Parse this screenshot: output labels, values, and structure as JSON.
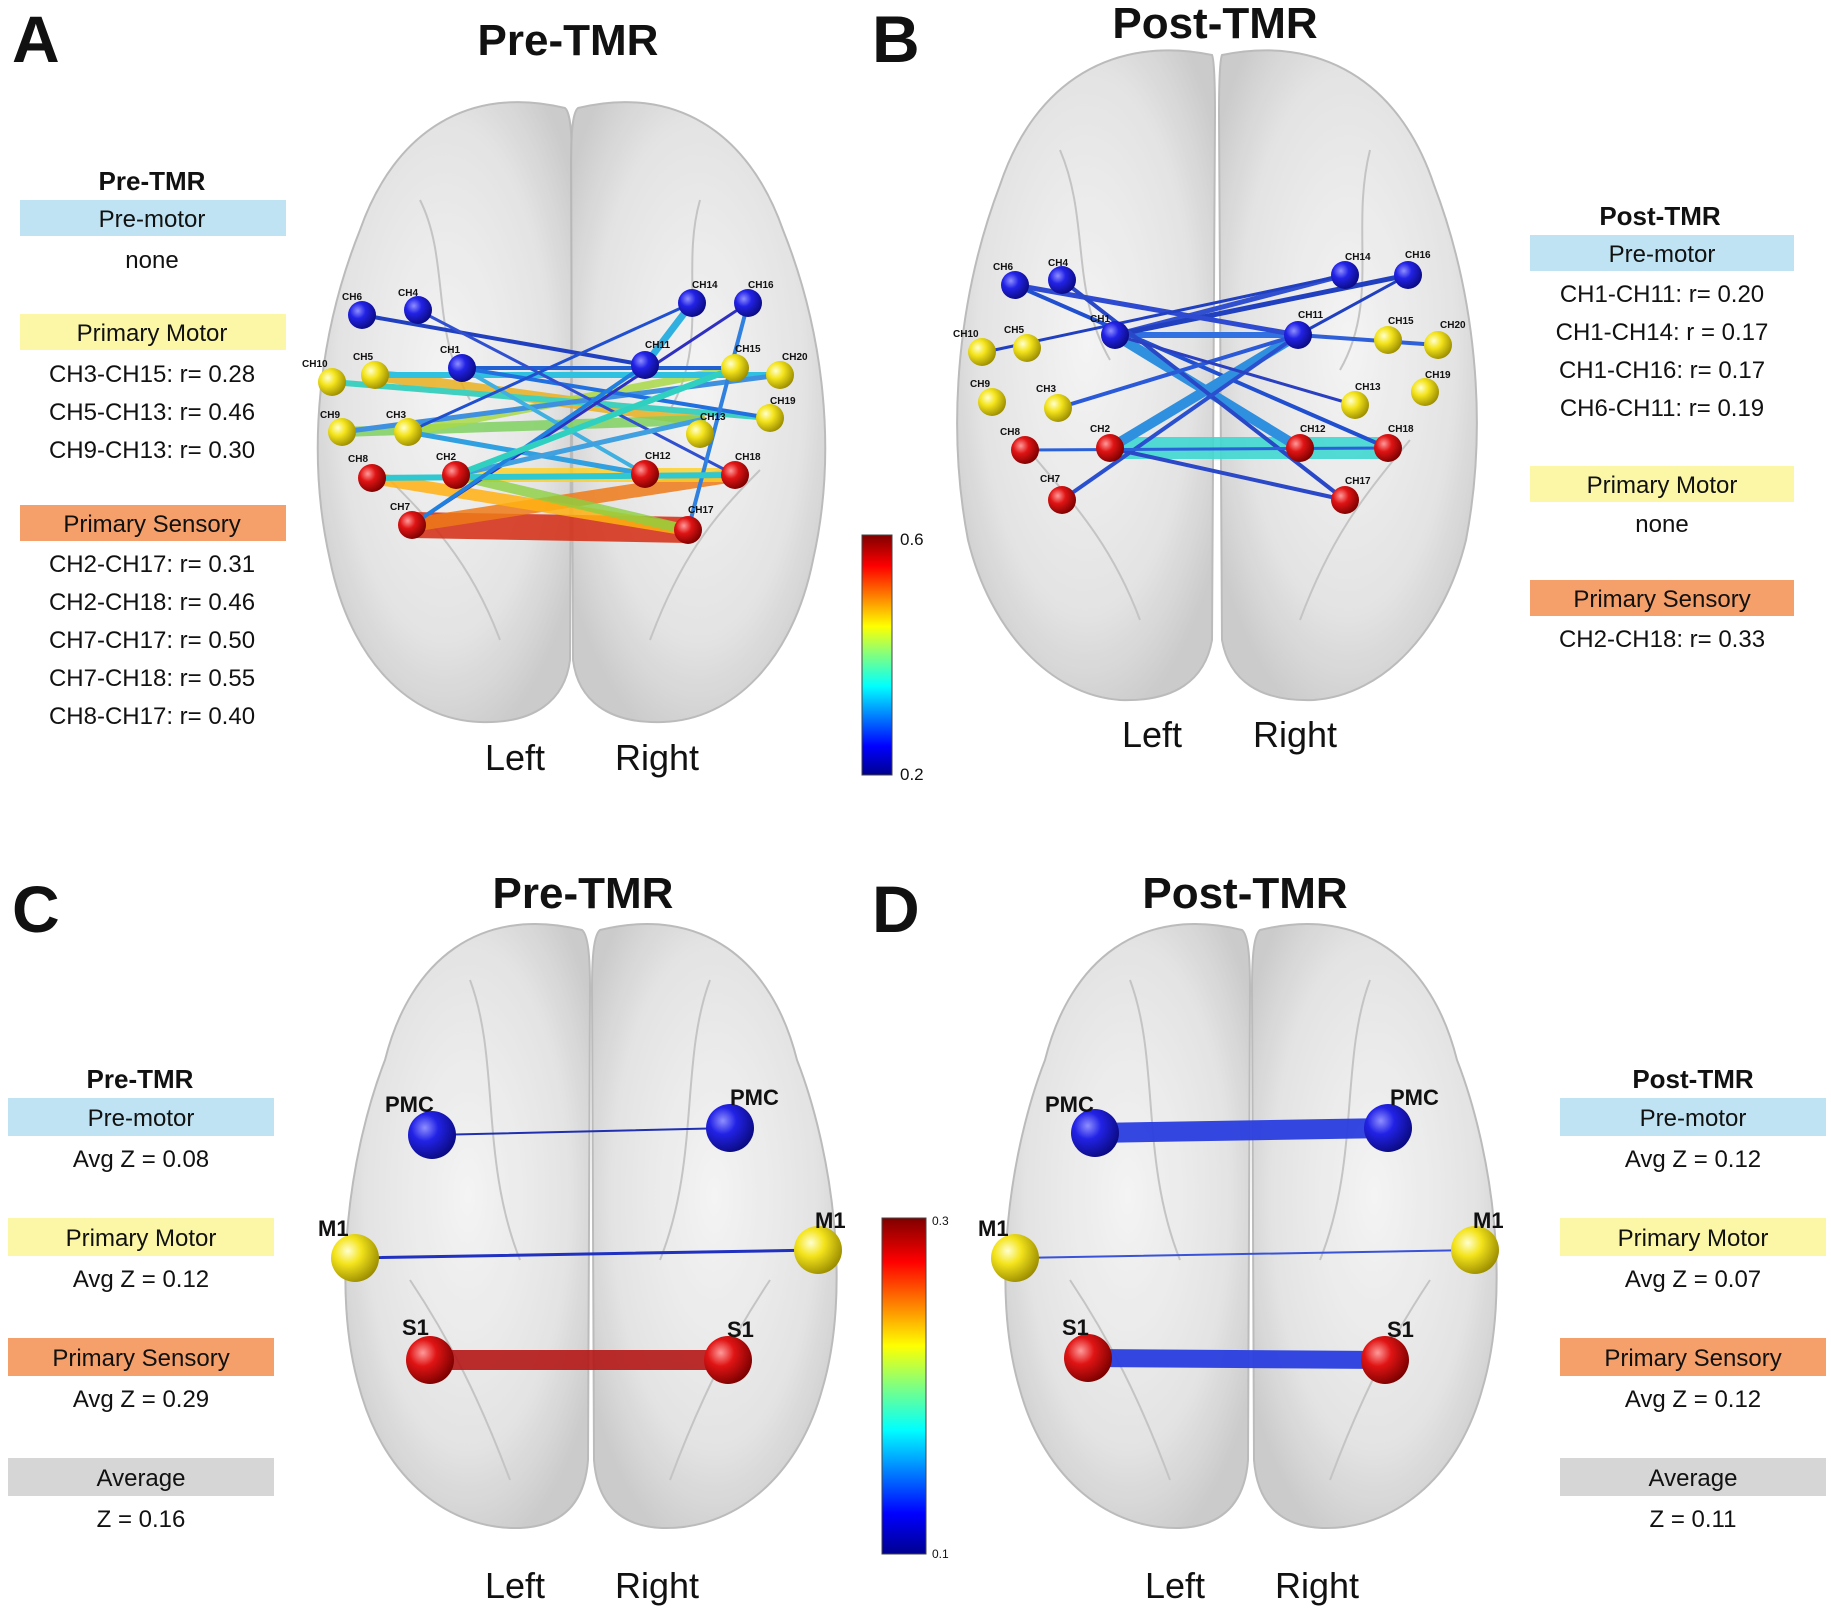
{
  "panels": {
    "A": {
      "letter": "A",
      "title": "Pre-TMR",
      "left": "Left",
      "right": "Right"
    },
    "B": {
      "letter": "B",
      "title": "Post-TMR",
      "left": "Left",
      "right": "Right"
    },
    "C": {
      "letter": "C",
      "title": "Pre-TMR",
      "left": "Left",
      "right": "Right"
    },
    "D": {
      "letter": "D",
      "title": "Post-TMR",
      "left": "Left",
      "right": "Right"
    }
  },
  "legends": {
    "A": {
      "title": "Pre-TMR",
      "groups": [
        {
          "label": "Pre-motor",
          "color": "#bfe3f2",
          "lines": [
            "none"
          ]
        },
        {
          "label": "Primary Motor",
          "color": "#fbf7a6",
          "lines": [
            "CH3-CH15: r= 0.28",
            "CH5-CH13: r= 0.46",
            "CH9-CH13: r= 0.30"
          ]
        },
        {
          "label": "Primary Sensory",
          "color": "#f5a06a",
          "lines": [
            "CH2-CH17: r= 0.31",
            "CH2-CH18: r= 0.46",
            "CH7-CH17: r= 0.50",
            "CH7-CH18: r= 0.55",
            "CH8-CH17: r= 0.40"
          ]
        }
      ]
    },
    "B": {
      "title": "Post-TMR",
      "groups": [
        {
          "label": "Pre-motor",
          "color": "#bfe3f2",
          "lines": [
            "CH1-CH11: r= 0.20",
            "CH1-CH14: r = 0.17",
            "CH1-CH16: r= 0.17",
            "CH6-CH11: r= 0.19"
          ]
        },
        {
          "label": "Primary Motor",
          "color": "#fbf7a6",
          "lines": [
            "none"
          ]
        },
        {
          "label": "Primary Sensory",
          "color": "#f5a06a",
          "lines": [
            "CH2-CH18: r= 0.33"
          ]
        }
      ]
    },
    "C": {
      "title": "Pre-TMR",
      "groups": [
        {
          "label": "Pre-motor",
          "color": "#bfe3f2",
          "lines": [
            "Avg Z = 0.08"
          ]
        },
        {
          "label": "Primary Motor",
          "color": "#fbf7a6",
          "lines": [
            "Avg Z = 0.12"
          ]
        },
        {
          "label": "Primary Sensory",
          "color": "#f5a06a",
          "lines": [
            "Avg Z = 0.29"
          ]
        },
        {
          "label": "Average",
          "color": "#d6d6d6",
          "lines": [
            "Z = 0.16"
          ]
        }
      ]
    },
    "D": {
      "title": "Post-TMR",
      "groups": [
        {
          "label": "Pre-motor",
          "color": "#bfe3f2",
          "lines": [
            "Avg Z = 0.12"
          ]
        },
        {
          "label": "Primary Motor",
          "color": "#fbf7a6",
          "lines": [
            "Avg Z = 0.07"
          ]
        },
        {
          "label": "Primary Sensory",
          "color": "#f5a06a",
          "lines": [
            "Avg Z = 0.12"
          ]
        },
        {
          "label": "Average",
          "color": "#d6d6d6",
          "lines": [
            "Z = 0.11"
          ]
        }
      ]
    }
  },
  "colorbars": {
    "top": {
      "max": "0.6",
      "min": "0.2"
    },
    "bottom": {
      "max": "0.3",
      "min": "0.1"
    }
  },
  "roi_labels": {
    "pmc": "PMC",
    "m1": "M1",
    "s1": "S1"
  },
  "node_colors": {
    "premotor": "#1f1fd6",
    "motor": "#f2e21a",
    "sensory": "#d61414"
  },
  "channels_A": [
    "CH6",
    "CH4",
    "CH14",
    "CH16",
    "CH10",
    "CH5",
    "CH1",
    "CH11",
    "CH15",
    "CH20",
    "CH9",
    "CH3",
    "CH13",
    "CH19",
    "CH8",
    "CH2",
    "CH12",
    "CH18",
    "CH7",
    "CH17"
  ],
  "channels_B": [
    "CH6",
    "CH4",
    "CH14",
    "CH16",
    "CH10",
    "CH5",
    "CH1",
    "CH11",
    "CH15",
    "CH20",
    "CH9",
    "CH3",
    "CH13",
    "CH19",
    "CH8",
    "CH2",
    "CH12",
    "CH18",
    "CH7",
    "CH17"
  ]
}
